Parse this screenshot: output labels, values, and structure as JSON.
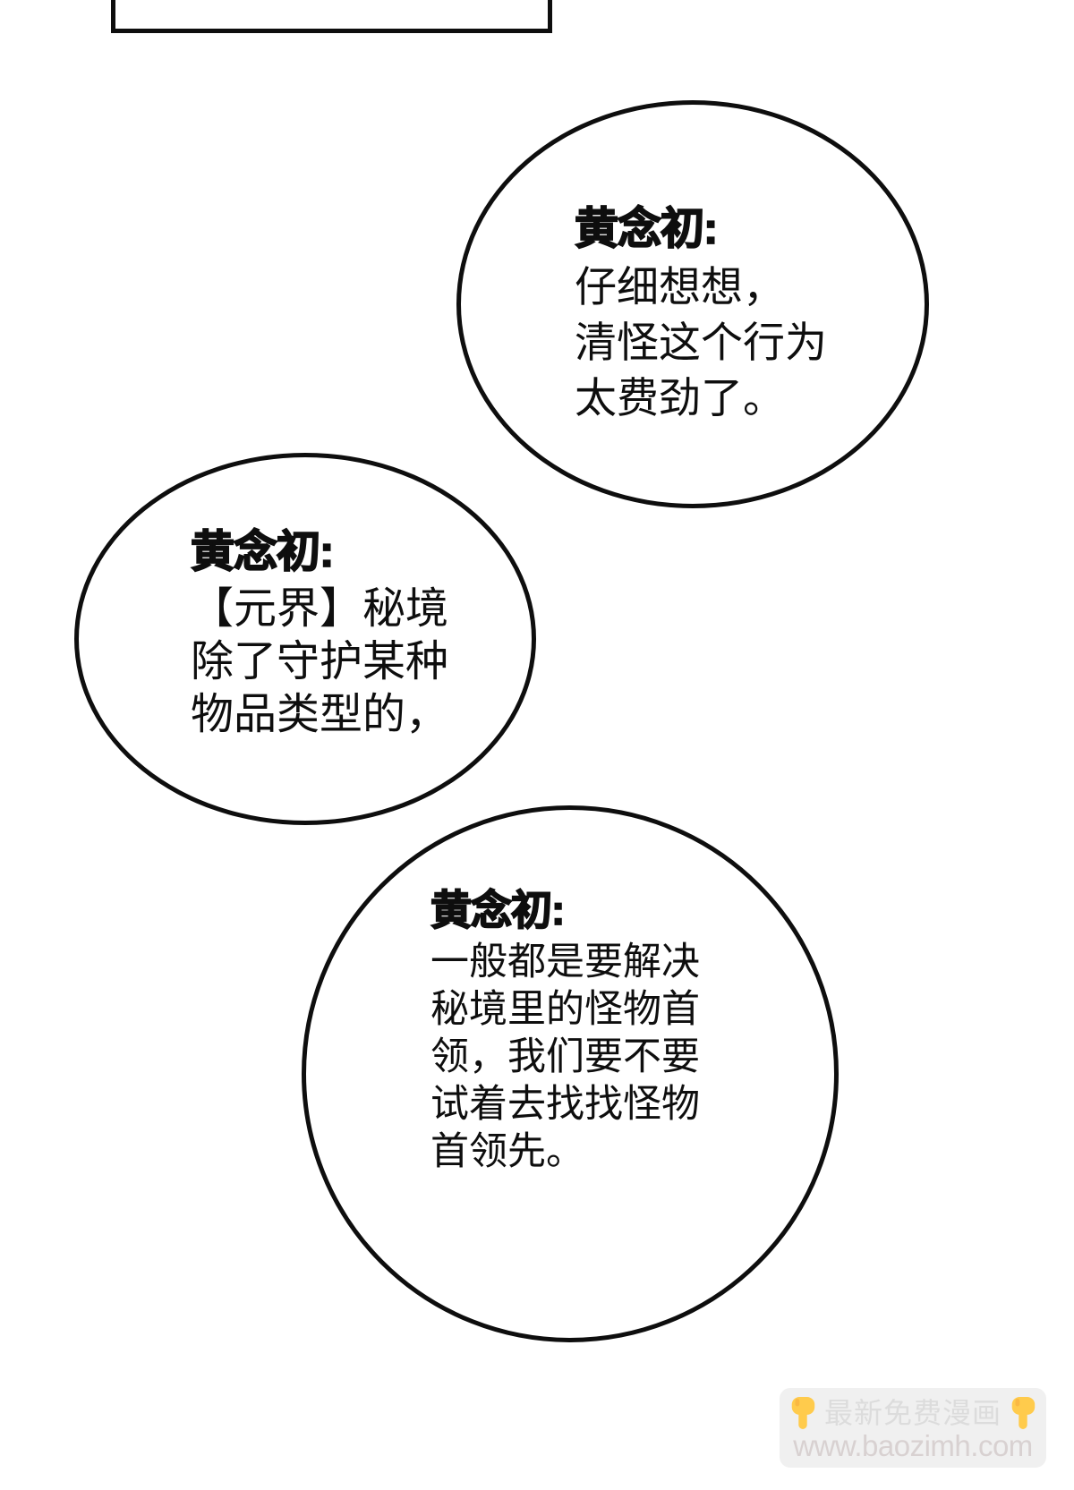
{
  "bubbles": [
    {
      "speaker": "黄念初:",
      "lines": [
        "仔细想想，",
        "清怪这个行为",
        "太费劲了。"
      ]
    },
    {
      "speaker": "黄念初:",
      "lines": [
        "【元界】秘境",
        "除了守护某种",
        "物品类型的，"
      ]
    },
    {
      "speaker": "黄念初:",
      "lines": [
        "一般都是要解决",
        "秘境里的怪物首",
        "领，我们要不要",
        "试着去找找怪物",
        "首领先。"
      ]
    }
  ],
  "watermark": {
    "line1": "最新免费漫画",
    "line2": "www.baozimh.com",
    "colors": {
      "box_bg": "#f0f0f0",
      "title_text": "#dcdcdc",
      "url_text": "#d8d1d1",
      "hand_yellow": "#FFCB4C"
    }
  },
  "colors": {
    "ink": "#0e0e0e",
    "background": "#ffffff"
  }
}
